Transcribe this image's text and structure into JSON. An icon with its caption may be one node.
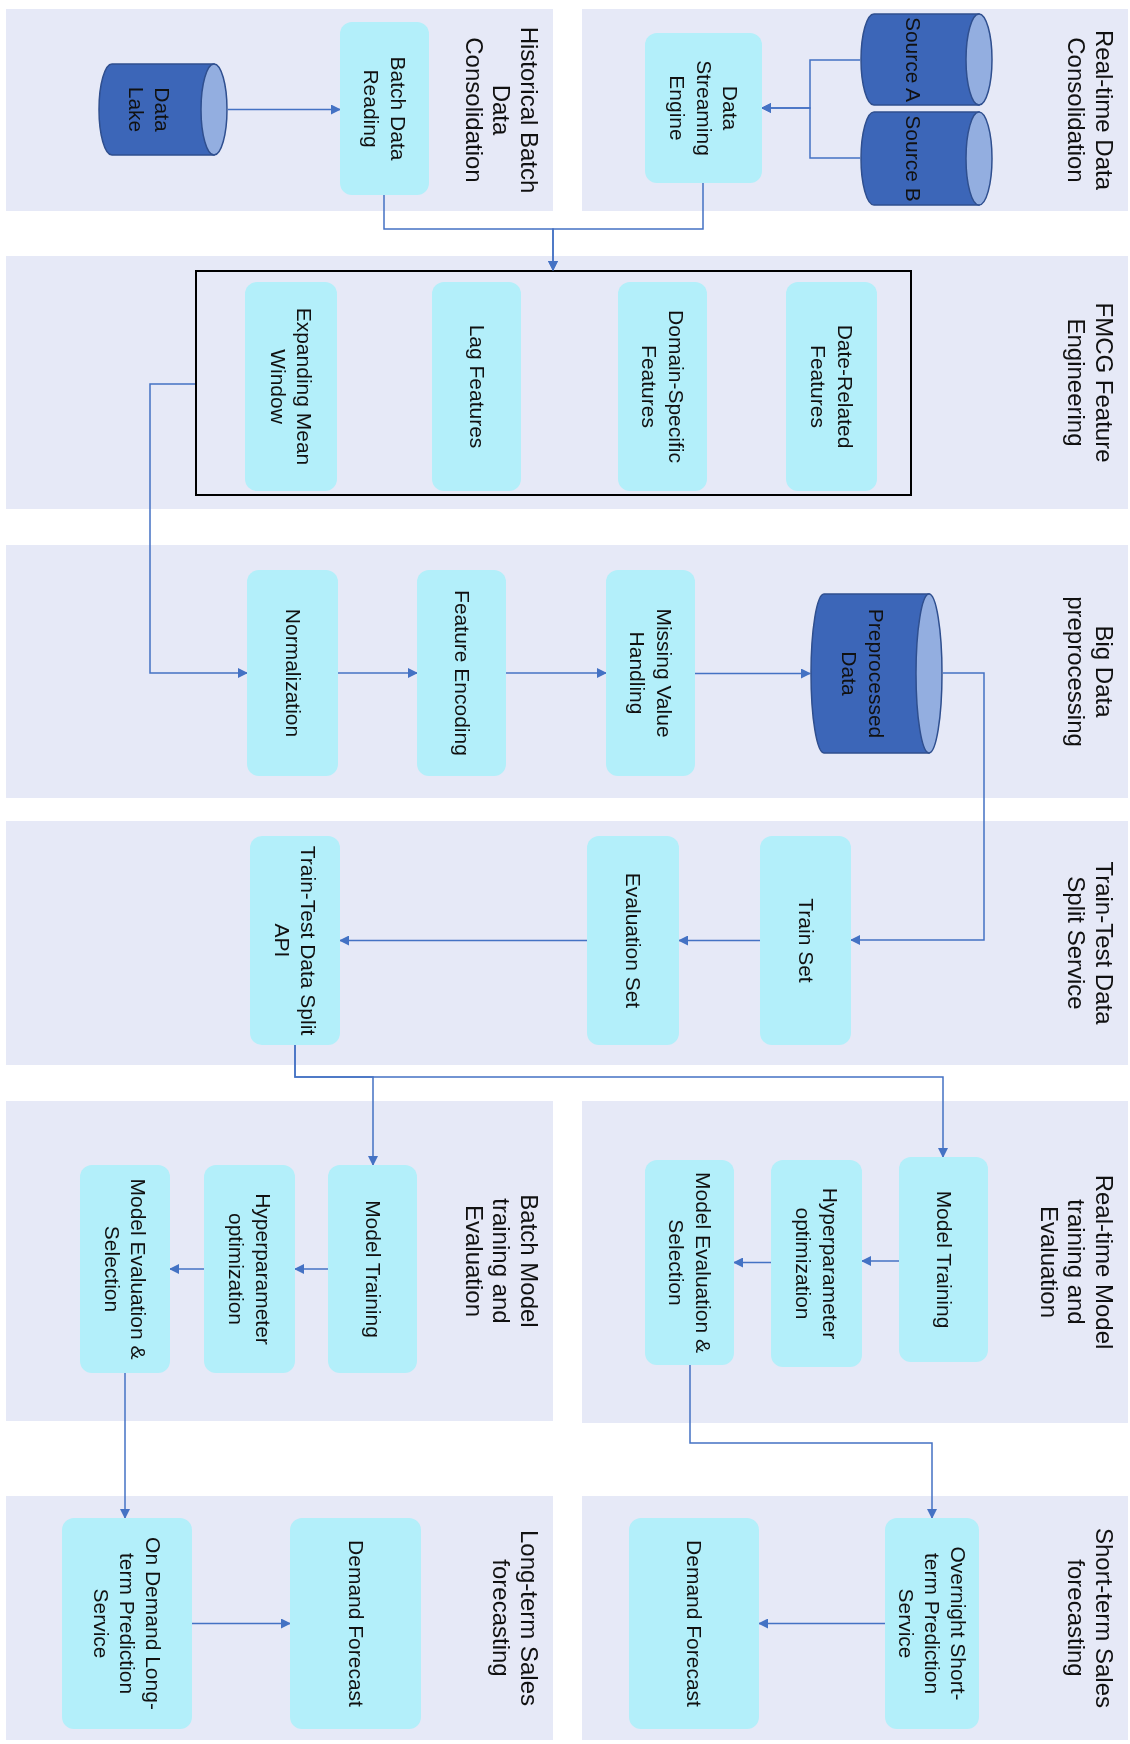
{
  "diagram": {
    "nodes": [
      {
        "text": [
          "Real-time Data Consolidation"
        ]
      },
      {
        "text": [
          "Source A"
        ],
        "in": 0
      },
      {
        "text": [
          "Source B"
        ],
        "in": 0
      },
      {
        "text": [
          "Data Streaming Engine"
        ],
        "in": 0
      },
      {
        "text": [
          "Historical Batch Data Consolidation"
        ]
      },
      {
        "text": [
          "Batch Data Reading"
        ],
        "in": 4
      },
      {
        "text": [
          "Data Lake"
        ],
        "in": 4
      },
      {
        "text": [
          "FMCG Feature Engineering"
        ]
      },
      {
        "text": [],
        "shape": "box",
        "in": 7
      },
      {
        "text": [
          "Date-Related Features"
        ],
        "in": 8
      },
      {
        "text": [
          "Domain-Specific Features"
        ],
        "in": 8
      },
      {
        "text": [
          "Lag Features"
        ],
        "in": 8
      },
      {
        "text": [
          "Expanding Mean Window"
        ],
        "in": 8
      },
      {
        "text": [
          "Big Data preprocessing"
        ]
      },
      {
        "text": [
          "Normalization"
        ],
        "in": 13
      },
      {
        "text": [
          "Feature Encoding"
        ],
        "in": 13
      },
      {
        "text": [
          "Missing Value Handling"
        ],
        "in": 13
      },
      {
        "text": [
          "Preprocessed Data"
        ],
        "in": 13
      },
      {
        "text": [
          "Train-Test Data Split Service"
        ]
      },
      {
        "text": [
          "Train Set"
        ],
        "in": 18
      },
      {
        "text": [
          "Evaluation Set"
        ],
        "in": 18
      },
      {
        "text": [
          "Train-Test Data Split API"
        ],
        "in": 18
      },
      {
        "text": [
          "Real-time Model training and Evaluation"
        ]
      },
      {
        "text": [
          "Model Training"
        ],
        "in": 22
      },
      {
        "text": [
          "Hyperparameter optimization"
        ],
        "in": 22
      },
      {
        "text": [
          "Model Evaluation & Selection"
        ],
        "in": 22
      },
      {
        "text": [
          "Batch Model training and Evaluation"
        ]
      },
      {
        "text": [
          "Model Training"
        ],
        "in": 26
      },
      {
        "text": [
          "Hyperparameter optimization"
        ],
        "in": 26
      },
      {
        "text": [
          "Model Evaluation & Selection"
        ],
        "in": 26
      },
      {
        "text": [
          "Short-term Sales forecasting"
        ]
      },
      {
        "text": [
          "Overnight Short-term Prediction Service"
        ],
        "in": 30
      },
      {
        "text": [
          "Demand Forecast"
        ],
        "in": 30
      },
      {
        "text": [
          "Long-term Sales forecasting"
        ]
      },
      {
        "text": [
          "On Demand Long-term Prediction Service"
        ],
        "in": 33
      },
      {
        "text": [
          "Demand Forecast"
        ],
        "in": 33
      }
    ],
    "edges": [
      {
        "from": 1,
        "to": 3,
        "arrow": "to"
      },
      {
        "from": 2,
        "to": 3,
        "arrow": "to"
      },
      {
        "from": 6,
        "to": 5,
        "arrow": "to"
      },
      {
        "from": 5,
        "to": 8,
        "arrow": "to"
      },
      {
        "from": 3,
        "to": 8,
        "arrow": "to"
      },
      {
        "from": 8,
        "to": 14,
        "arrow": "to"
      },
      {
        "from": 14,
        "to": 15,
        "arrow": "to"
      },
      {
        "from": 15,
        "to": 16,
        "arrow": "to"
      },
      {
        "from": 16,
        "to": 17,
        "arrow": "to"
      },
      {
        "from": 17,
        "to": 19,
        "arrow": "to"
      },
      {
        "from": 19,
        "to": 20,
        "arrow": "to"
      },
      {
        "from": 20,
        "to": 21,
        "arrow": "to"
      },
      {
        "from": 21,
        "to": 23,
        "arrow": "to"
      },
      {
        "from": 21,
        "to": 27,
        "arrow": "to"
      },
      {
        "from": 23,
        "to": 24,
        "arrow": "to"
      },
      {
        "from": 24,
        "to": 25,
        "arrow": "to"
      },
      {
        "from": 27,
        "to": 28,
        "arrow": "to"
      },
      {
        "from": 28,
        "to": 29,
        "arrow": "to"
      },
      {
        "from": 25,
        "to": 31,
        "arrow": "to"
      },
      {
        "from": 29,
        "to": 34,
        "arrow": "to"
      },
      {
        "from": 31,
        "to": 32,
        "arrow": "to"
      },
      {
        "from": 34,
        "to": 35,
        "arrow": "to"
      }
    ]
  }
}
